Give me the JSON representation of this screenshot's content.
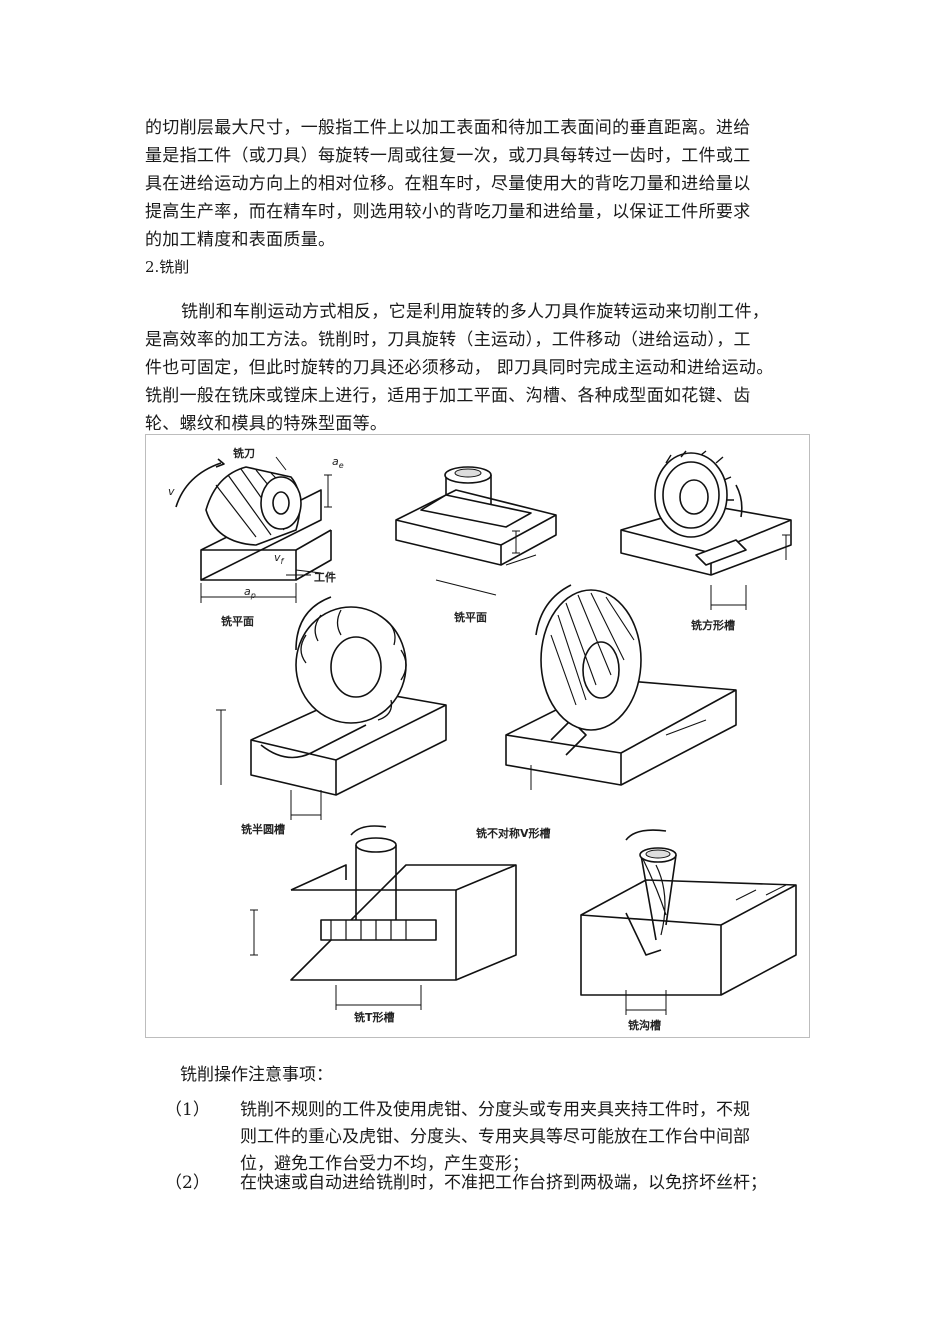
{
  "intro": {
    "lines": [
      "的切削层最大尺寸，一般指工件上以加工表面和待加工表面间的垂直距离。进给",
      "量是指工件（或刀具）每旋转一周或往复一次，或刀具每转过一齿时，工件或工",
      "具在进给运动方向上的相对位移。在粗车时，尽量使用大的背吃刀量和进给量以",
      "提高生产率，而在精车时，则选用较小的背吃刀量和进给量，以保证工件所要求",
      "的加工精度和表面质量。"
    ]
  },
  "section": {
    "heading": "2.铣削"
  },
  "milling": {
    "lines": [
      "铣削和车削运动方式相反，它是利用旋转的多人刀具作旋转运动来切削工件，",
      "是高效率的加工方法。铣削时，刀具旋转（主运动），工件移动（进给运动），工",
      "件也可固定，但此时旋转的刀具还必须移动，  即刀具同时完成主运动和进给运动。",
      "铣削一般在铣床或镗床上进行，适用于加工平面、沟槽、各种成型面如花键、齿",
      "轮、螺纹和模具的特殊型面等。"
    ]
  },
  "figure": {
    "labels": {
      "cutter": "铣刀",
      "workpiece": "工件",
      "v": "v",
      "vf": "v",
      "vf_sub": "f",
      "ae": "a",
      "ae_sub": "e",
      "ap": "a",
      "ap_sub": "p",
      "flat1": "铣平面",
      "flat2": "铣平面",
      "square": "铣方形槽",
      "round": "铣半圆槽",
      "vgroove": "铣不对称V形槽",
      "tslot": "铣T形槽",
      "channel": "铣沟槽"
    }
  },
  "notes": {
    "title": "铣削操作注意事项：",
    "items": [
      {
        "num": "（1）",
        "lines": [
          "铣削不规则的工件及使用虎钳、分度头或专用夹具夹持工件时，不规",
          "则工件的重心及虎钳、分度头、专用夹具等尽可能放在工作台中间部",
          "位，避免工作台受力不均，产生变形；"
        ]
      },
      {
        "num": "（2）",
        "lines": [
          "在快速或自动进给铣削时，不准把工作台挤到两极端，以免挤坏丝杆；"
        ]
      }
    ]
  }
}
